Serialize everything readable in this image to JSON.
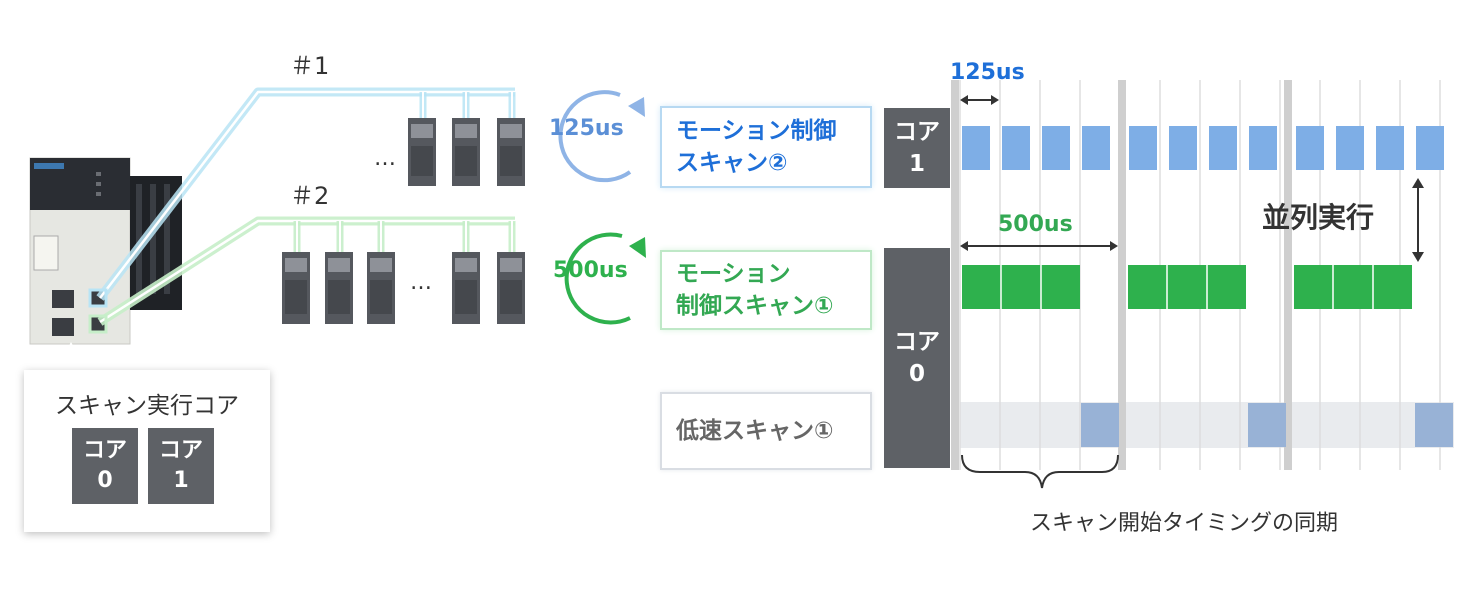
{
  "buses": [
    {
      "label": "＃1",
      "ellipsis": "…"
    },
    {
      "label": "＃2",
      "ellipsis": "…"
    }
  ],
  "cycles": [
    {
      "label": "125us",
      "color": "#5b8fd6"
    },
    {
      "label": "500us",
      "color": "#2eb14d"
    }
  ],
  "tasks": {
    "motion2": {
      "line1": "モーション制御",
      "line2": "スキャン②",
      "color": "#1e6fd8",
      "border": "#b7d9f2"
    },
    "motion1": {
      "line1": "モーション",
      "line2": "制御スキャン①",
      "color": "#33a853",
      "border": "#bfe8c7"
    },
    "lowspeed": {
      "line1": "低速スキャン①",
      "color": "#666666",
      "border": "#d9dde3"
    }
  },
  "cores": {
    "core1": {
      "line1": "コア",
      "line2": "1"
    },
    "core0": {
      "line1": "コア",
      "line2": "0"
    }
  },
  "legend": {
    "title": "スキャン実行コア",
    "cores": [
      {
        "line1": "コア",
        "line2": "0"
      },
      {
        "line1": "コア",
        "line2": "1"
      }
    ]
  },
  "timing": {
    "label_125": "125us",
    "label_500": "500us",
    "parallel": "並列実行",
    "sync": "スキャン開始タイミングの同期"
  },
  "colors": {
    "fast_block": "#7eaee6",
    "motion_block": "#2eb14d",
    "low_block": "#98b2d6",
    "low_band": "#e9ebee",
    "gridline": "#dddddd",
    "boundary": "#cfcfcf",
    "core": "#5e6166"
  }
}
